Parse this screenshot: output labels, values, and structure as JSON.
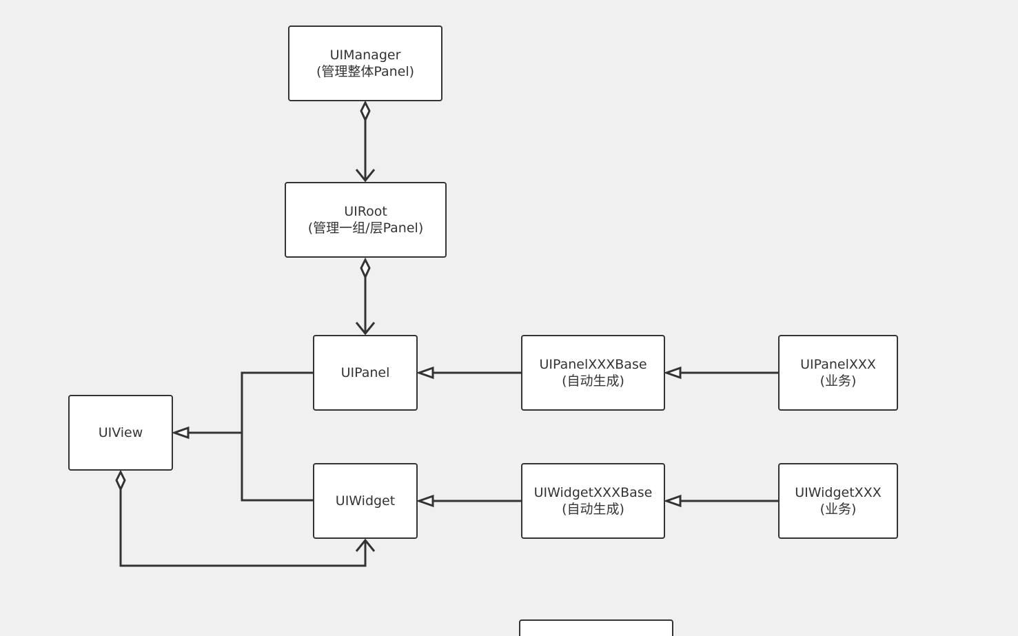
{
  "nodes": {
    "uimanager": {
      "line1": "UIManager",
      "line2": "(管理整体Panel)"
    },
    "uiroot": {
      "line1": "UIRoot",
      "line2": "(管理一组/层Panel)"
    },
    "uipanel": {
      "line1": "UIPanel"
    },
    "uipanelbase": {
      "line1": "UIPanelXXXBase",
      "line2": "(自动生成)"
    },
    "uipanelxxx": {
      "line1": "UIPanelXXX",
      "line2": "(业务)"
    },
    "uiview": {
      "line1": "UIView"
    },
    "uiwidget": {
      "line1": "UIWidget"
    },
    "uiwidgetbase": {
      "line1": "UIWidgetXXXBase",
      "line2": "(自动生成)"
    },
    "uiwidgetxxx": {
      "line1": "UIWidgetXXX",
      "line2": "(业务)"
    }
  },
  "relations": [
    {
      "from": "uimanager",
      "to": "uiroot",
      "type": "aggregation"
    },
    {
      "from": "uiroot",
      "to": "uipanel",
      "type": "aggregation"
    },
    {
      "from": "uipanelbase",
      "to": "uipanel",
      "type": "inheritance"
    },
    {
      "from": "uipanelxxx",
      "to": "uipanelbase",
      "type": "inheritance"
    },
    {
      "from": "uiwidgetbase",
      "to": "uiwidget",
      "type": "inheritance"
    },
    {
      "from": "uiwidgetxxx",
      "to": "uiwidgetbase",
      "type": "inheritance"
    },
    {
      "from": "uipanel",
      "to": "uiview",
      "type": "inheritance"
    },
    {
      "from": "uiwidget",
      "to": "uiview",
      "type": "inheritance"
    },
    {
      "from": "uiview",
      "to": "uiwidget",
      "type": "aggregation"
    }
  ],
  "colors": {
    "background": "#f0f0f0",
    "stroke": "#333333",
    "node_fill": "#ffffff"
  }
}
